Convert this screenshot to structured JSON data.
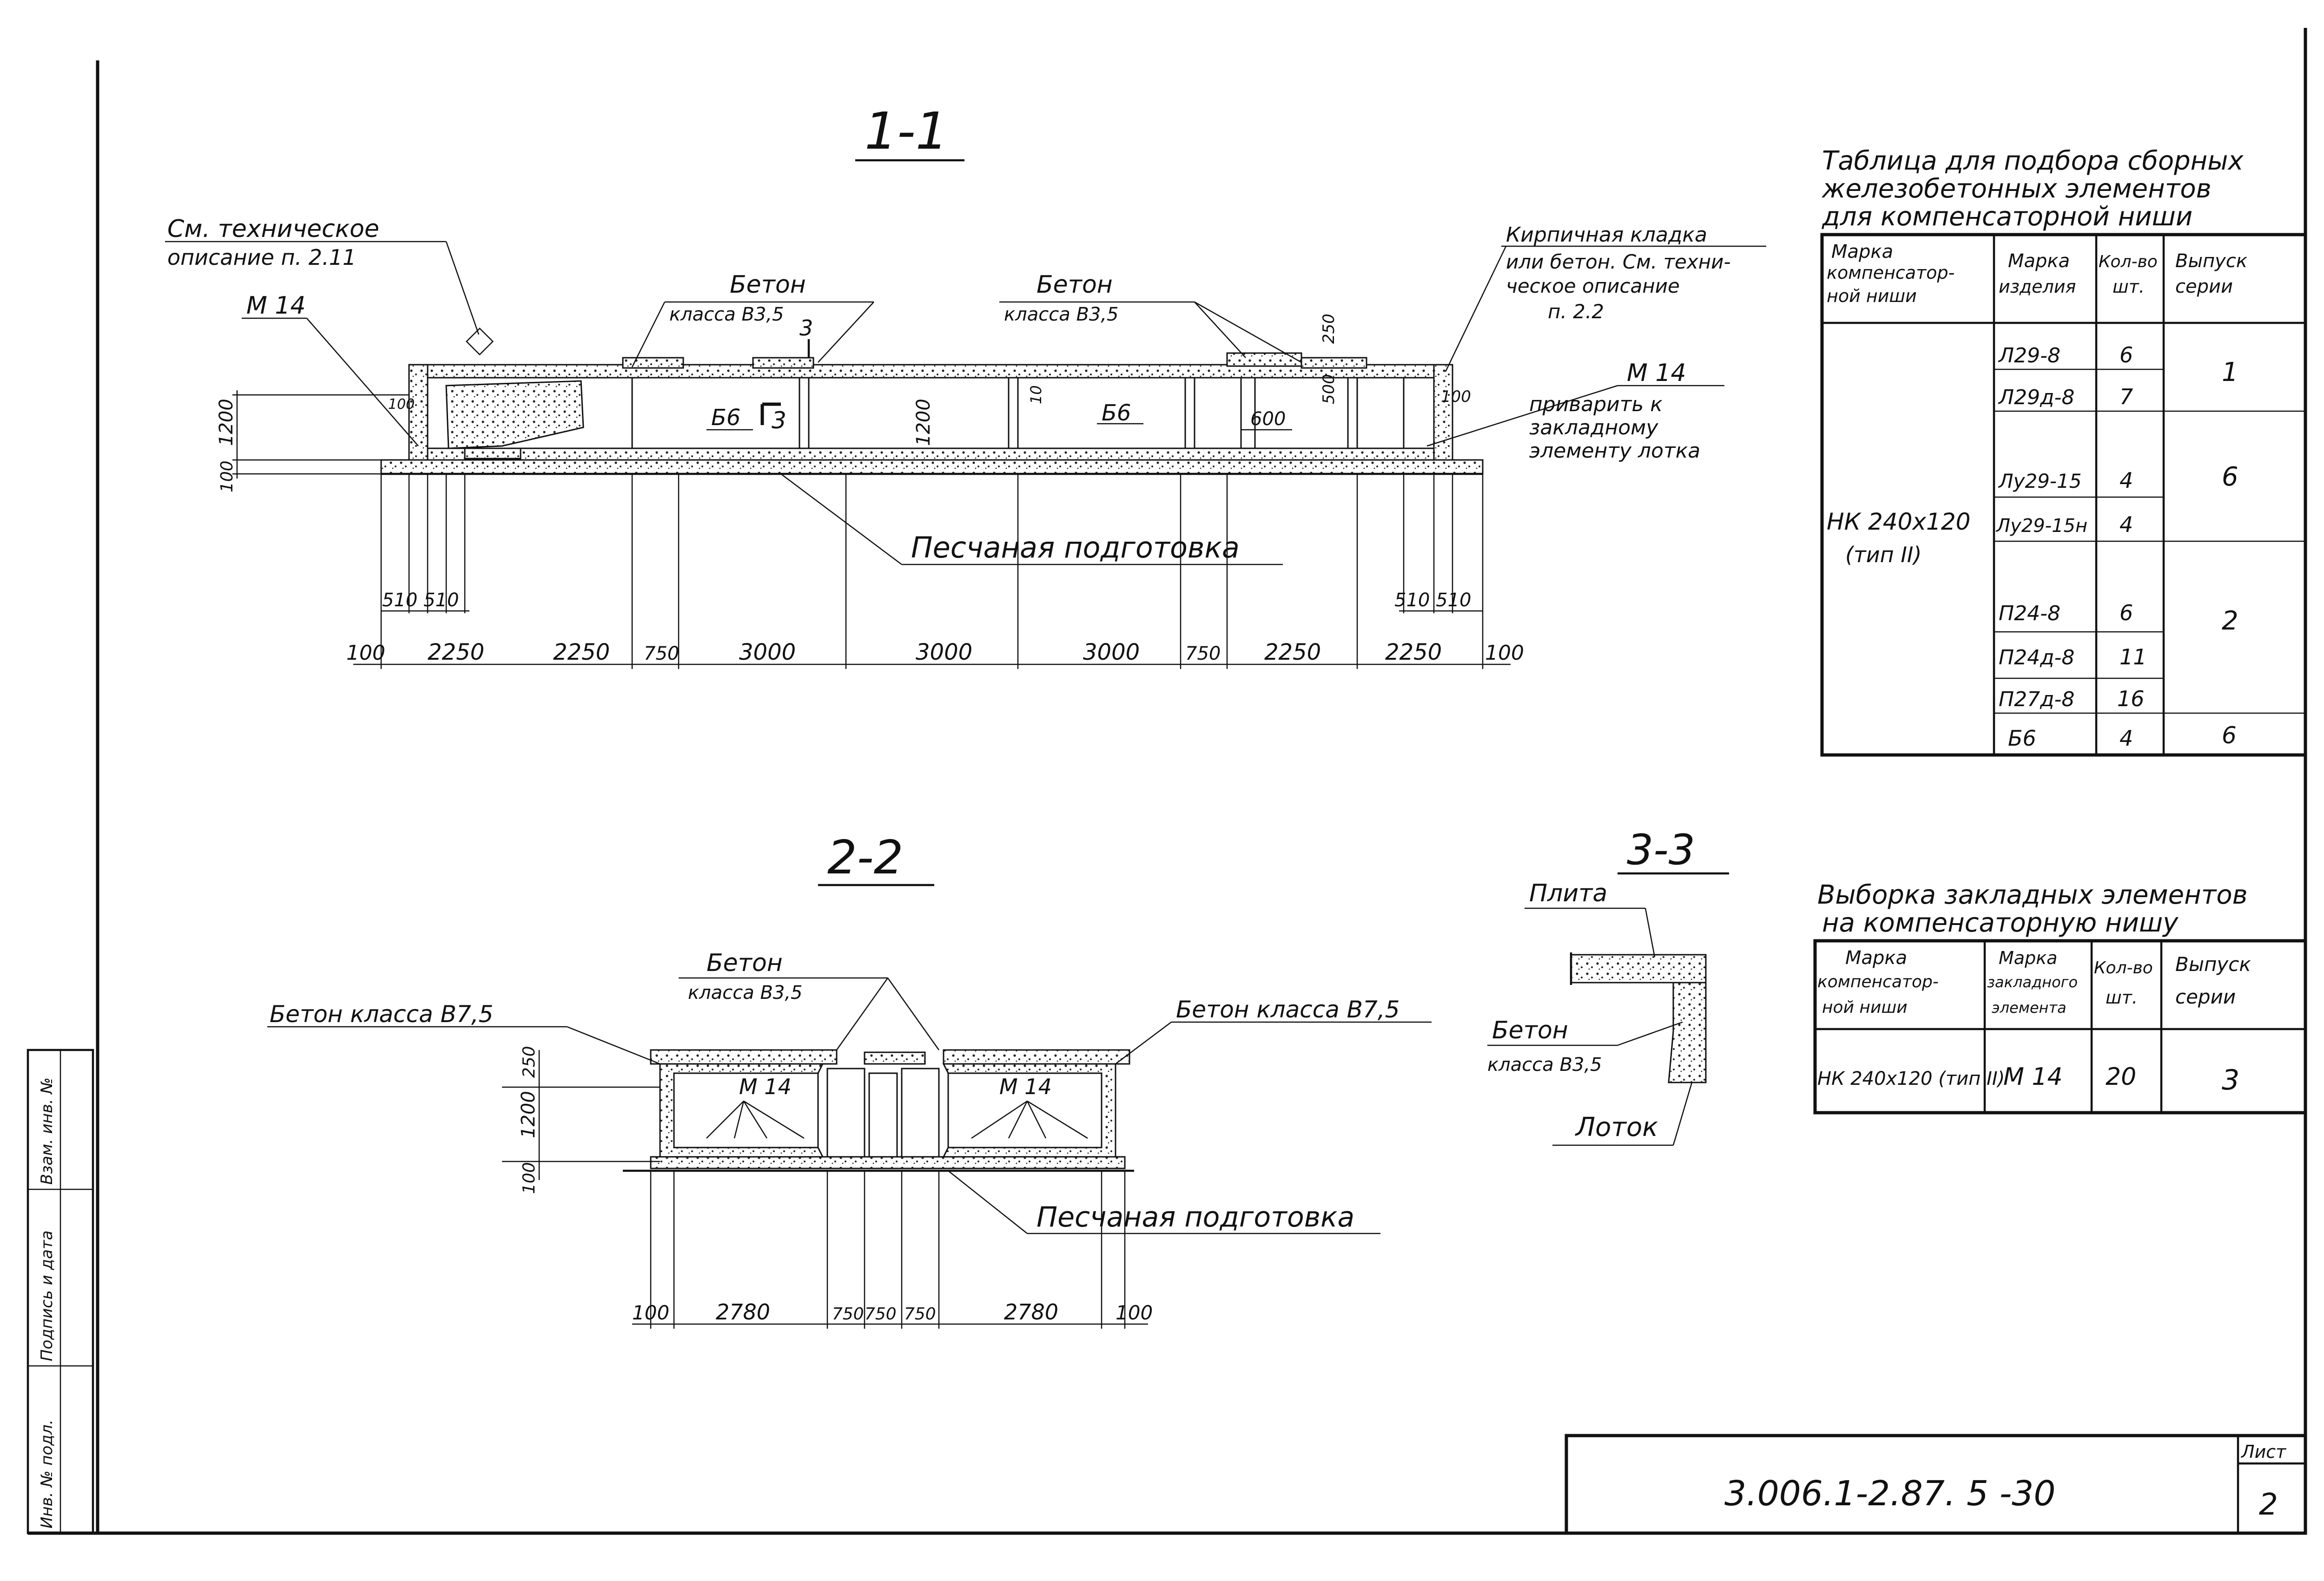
{
  "sections": {
    "s11": {
      "title": "1-1",
      "note_tech": [
        "См. техническое",
        "описание п. 2.11"
      ],
      "m14_left": "М 14",
      "concrete_1": [
        "Бетон",
        "класса В3,5"
      ],
      "concrete_2": [
        "Бетон",
        "класса В3,5"
      ],
      "masonry": [
        "Кирпичная кладка",
        "или бетон. См. техни-",
        "ческое описание",
        "п. 2.2"
      ],
      "m14_right": "М 14",
      "weld_note": [
        "приварить к",
        "закладному",
        "элементу лотка"
      ],
      "b6_a": "Б6",
      "b6_b": "Б6",
      "cut_mark": "3",
      "sand": "Песчаная подготовка",
      "dims_bottom": [
        "100",
        "2250",
        "2250",
        "750",
        "3000",
        "3000",
        "3000",
        "750",
        "2250",
        "2250",
        "100"
      ],
      "dims_510_left": "510 510",
      "dims_510_right": "510 510",
      "dims_vert": [
        "1200",
        "100",
        "100",
        "1200",
        "10",
        "100",
        "250",
        "500",
        "600"
      ]
    },
    "s22": {
      "title": "2-2",
      "concrete_top": [
        "Бетон",
        "класса В3,5"
      ],
      "concrete_left": "Бетон класса В7,5",
      "concrete_right": "Бетон класса В7,5",
      "m14_a": "М 14",
      "m14_b": "М 14",
      "sand": "Песчаная подготовка",
      "dims_bottom": [
        "100",
        "2780",
        "750",
        "750",
        "750",
        "2780",
        "100"
      ],
      "dims_vert": [
        "1200",
        "250",
        "100"
      ]
    },
    "s33": {
      "title": "3-3",
      "slab": "Плита",
      "concrete": [
        "Бетон",
        "класса В3,5"
      ],
      "tray": "Лоток"
    }
  },
  "table1": {
    "title": [
      "Таблица для подбора сборных",
      "железобетонных элементов",
      "для компенсаторной ниши"
    ],
    "headers": [
      "Марка компенсатор-ной ниши",
      "Марка изделия",
      "Кол-во шт.",
      "Выпуск серии"
    ],
    "niche": [
      "НК 240х120",
      "(тип II)"
    ],
    "rows": [
      {
        "item": "Л29-8",
        "qty": "6"
      },
      {
        "item": "Л29д-8",
        "qty": "7"
      },
      {
        "item": "Лу29-15",
        "qty": "4"
      },
      {
        "item": "Лу29-15н",
        "qty": "4"
      },
      {
        "item": "П24-8",
        "qty": "6"
      },
      {
        "item": "П24д-8",
        "qty": "11"
      },
      {
        "item": "П27д-8",
        "qty": "16"
      },
      {
        "item": "Б6",
        "qty": "4"
      }
    ],
    "series": [
      "1",
      "6",
      "2",
      "6"
    ]
  },
  "table2": {
    "title": [
      "Выборка закладных элементов",
      "на компенсаторную нишу"
    ],
    "headers": [
      "Марка компенсатор-ной ниши",
      "Марка закладного элемента",
      "Кол-во шт.",
      "Выпуск серии"
    ],
    "row": {
      "niche": "НК 240х120 (тип II)",
      "item": "М 14",
      "qty": "20",
      "series": "3"
    }
  },
  "stamp": {
    "code": "3.006.1-2.87. 5 -30",
    "sheet_label": "Лист",
    "sheet_no": "2"
  },
  "side_stamp": [
    "Инв. № подл.",
    "Подпись и дата",
    "Взам. инв. №"
  ]
}
